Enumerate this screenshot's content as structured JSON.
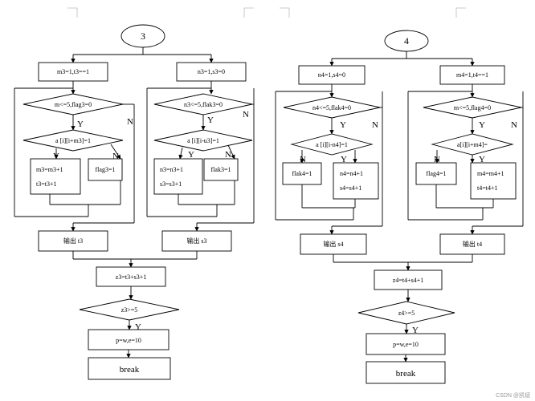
{
  "flowchart_3": {
    "number": "3",
    "init_left": "m3=1,t3==1",
    "init_right": "n3=1,s3=0",
    "loop_left_cond": "m<=5,flag3=0",
    "loop_right_cond": "n3<=5,flak3=0",
    "inner_left_cond": "a [i][i+m3]=1",
    "inner_right_cond": "a [i][i-u3]=1",
    "left_yes_line1": "m3=m3+1",
    "left_yes_line2": "t3=t3+1",
    "left_no_box": "flag3=1",
    "right_yes_line1": "n3=n3+1",
    "right_yes_line2": "s3=s3+1",
    "right_no_box": "flak3=1",
    "output_left": "输出 t3",
    "output_right": "输出 s3",
    "sum": "z3=t3+s3+1",
    "final_cond": "z3>=5",
    "assign": "p=w,e=10",
    "break_label": "break"
  },
  "flowchart_4": {
    "number": "4",
    "init_left": "n4=1,s4=0",
    "init_right": "m4=1,t4==1",
    "loop_left_cond": "n4<=5,flak4=0",
    "loop_right_cond": "m<=5,flag4=0",
    "inner_left_cond": "a [i][i-n4]=1",
    "inner_right_cond": "a[i][i+m4]=",
    "left_no_box": "flak4=1",
    "left_yes_line1": "n4=n4+1",
    "left_yes_line2": "s4=s4+1",
    "right_no_box": "flag4=1",
    "right_yes_line1": "m4=m4+1",
    "right_yes_line2": "t4=t4+1",
    "output_left": "输出 s4",
    "output_right": "输出 t4",
    "sum": "z4=t4+s4+1",
    "final_cond": "z4>=5",
    "assign": "p=w,e=10",
    "break_label": "break"
  },
  "labels": {
    "yes": "Y",
    "no": "N"
  },
  "watermark": "CSDN @凯斌"
}
